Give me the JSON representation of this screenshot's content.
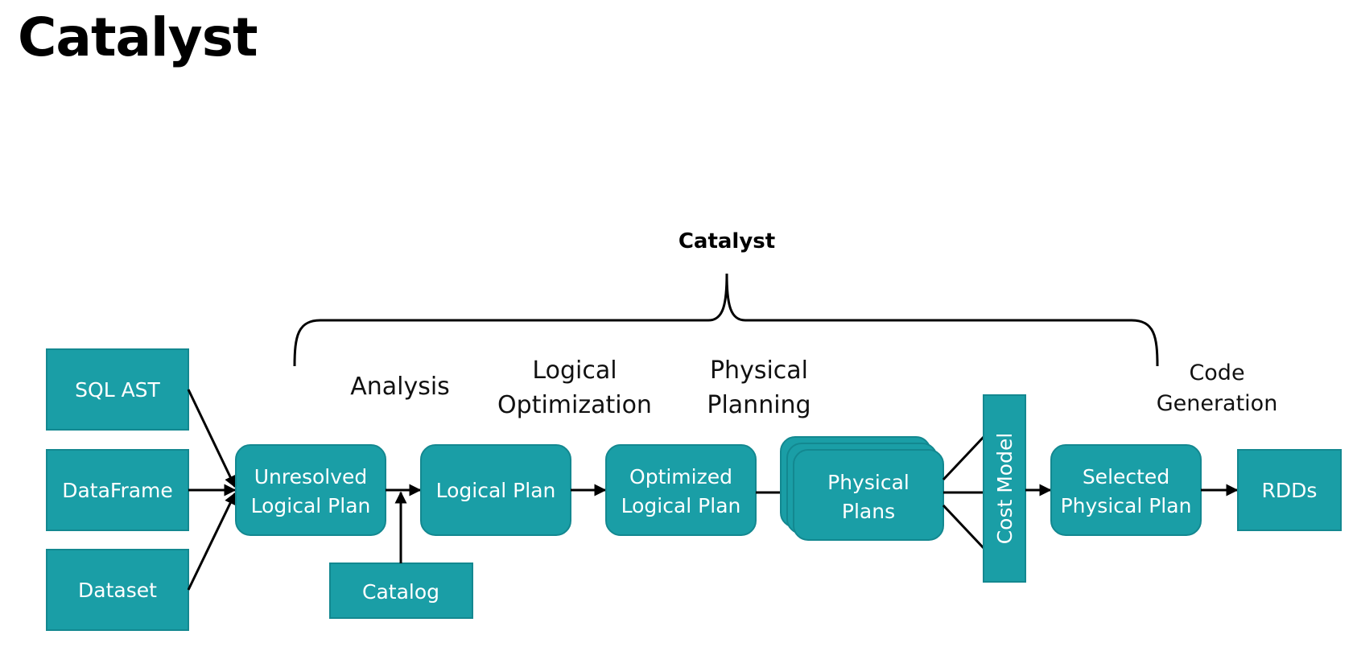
{
  "page": {
    "title": "Catalyst"
  },
  "colors": {
    "box_fill": "#1a9ea6",
    "box_stroke": "#138890",
    "text_on_box": "#ffffff",
    "line": "#000000"
  },
  "diagram": {
    "section_label": "Catalyst",
    "stages": {
      "analysis": "Analysis",
      "logical_optimization": [
        "Logical",
        "Optimization"
      ],
      "physical_planning": [
        "Physical",
        "Planning"
      ],
      "code_generation": [
        "Code",
        "Generation"
      ]
    },
    "inputs": {
      "sql_ast": "SQL AST",
      "dataframe": "DataFrame",
      "dataset": "Dataset"
    },
    "nodes": {
      "unresolved_logical_plan": [
        "Unresolved",
        "Logical Plan"
      ],
      "catalog": "Catalog",
      "logical_plan": "Logical Plan",
      "optimized_logical_plan": [
        "Optimized",
        "Logical Plan"
      ],
      "physical_plans": [
        "Physical",
        "Plans"
      ],
      "cost_model": "Cost Model",
      "selected_physical_plan": [
        "Selected",
        "Physical Plan"
      ],
      "rdds": "RDDs"
    }
  }
}
